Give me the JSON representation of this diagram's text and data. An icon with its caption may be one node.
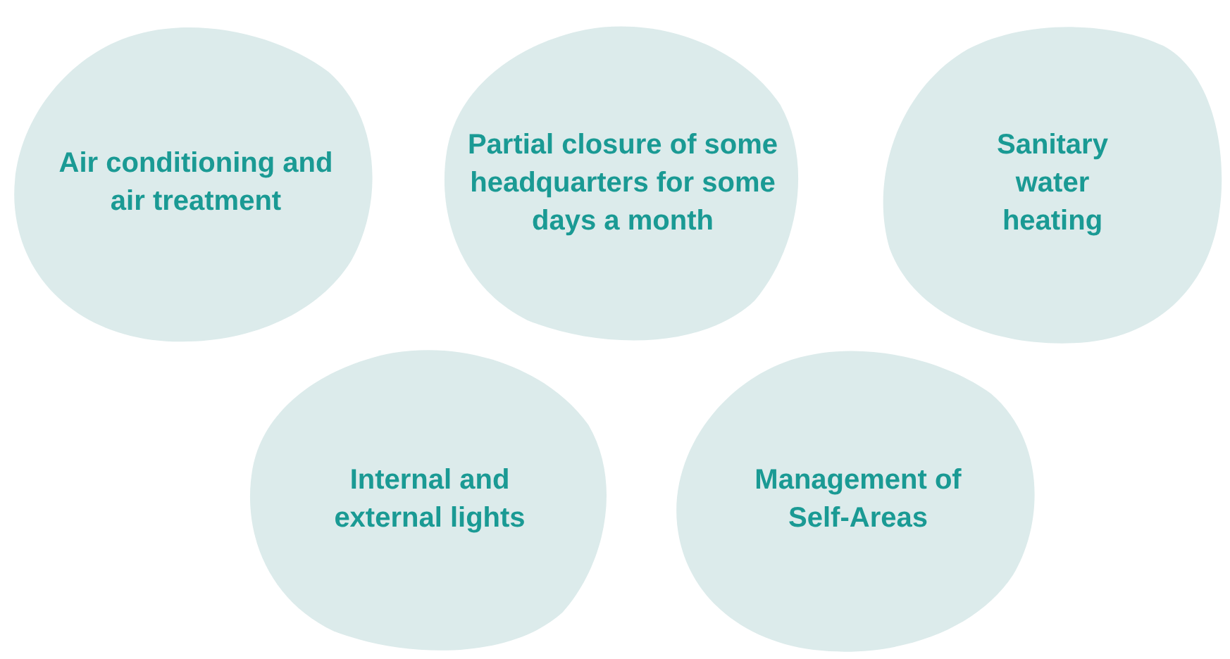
{
  "diagram": {
    "nodes": [
      {
        "text": [
          "Air conditioning and air treatment"
        ]
      },
      {
        "text": [
          "Partial closure of some headquarters for some days a month"
        ]
      },
      {
        "text": [
          "Sanitary water heating"
        ]
      },
      {
        "text": [
          "Internal and external lights"
        ]
      },
      {
        "text": [
          "Management of Self-Areas"
        ]
      }
    ]
  }
}
